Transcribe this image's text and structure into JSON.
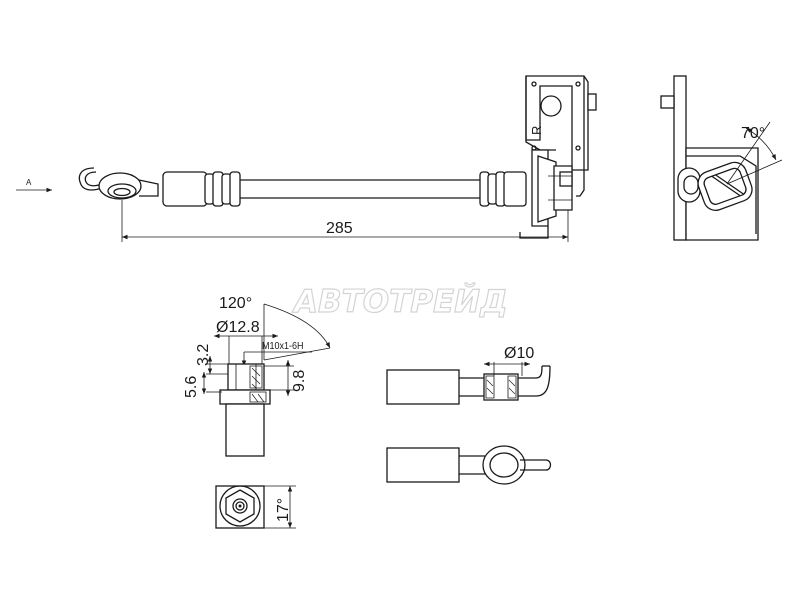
{
  "labels": {
    "arrow_label": "A",
    "bracket_mark": "R",
    "length": "285",
    "angle_70": "70°",
    "angle_120": "120°",
    "diam_12_8": "Ø12.8",
    "thread": "M10x1-6H",
    "dim_3_2": "3.2",
    "dim_5_6": "5.6",
    "dim_9_8": "9.8",
    "diam_10": "Ø10",
    "hex_17": "17°"
  },
  "watermark": "АВТОТРЕЙД"
}
